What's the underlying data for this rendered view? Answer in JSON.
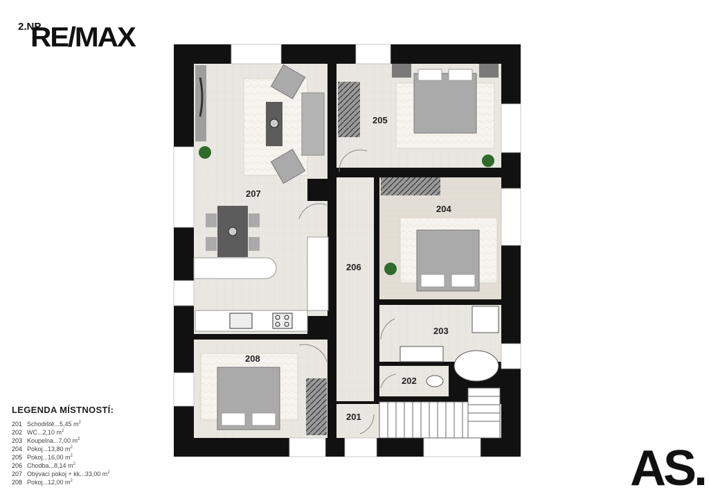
{
  "header": {
    "floor": "2.NP",
    "logo": "RE/MAX"
  },
  "brand": "AS.",
  "legend": {
    "title": "LEGENDA MÍSTNOSTÍ:",
    "items": [
      {
        "code": "201",
        "text": "Schodiště...5,45 m",
        "unit_sup": "2"
      },
      {
        "code": "202",
        "text": "WC...2,10 m",
        "unit_sup": "2"
      },
      {
        "code": "203",
        "text": "Koupelna...7,00 m",
        "unit_sup": "2"
      },
      {
        "code": "204",
        "text": "Pokoj...13,80 m",
        "unit_sup": "2"
      },
      {
        "code": "205",
        "text": "Pokoj...16,00 m",
        "unit_sup": "2"
      },
      {
        "code": "206",
        "text": "Chodba...8,14 m",
        "unit_sup": "2"
      },
      {
        "code": "207",
        "text": "Obývací pokoj + kk...33,00 m",
        "unit_sup": "2"
      },
      {
        "code": "208",
        "text": "Pokoj...12,00 m",
        "unit_sup": "2"
      }
    ]
  },
  "rooms": {
    "r201": "201",
    "r202": "202",
    "r203": "203",
    "r204": "204",
    "r205": "205",
    "r206": "206",
    "r207": "207",
    "r208": "208"
  },
  "colors": {
    "wall": "#111111",
    "floor_tile": "#e9e7e1",
    "floor_wood": "#e2ddd4",
    "rug": "#f5f3ee",
    "furniture": "#a9a9a9",
    "furniture_dark": "#6b6b6b",
    "plant": "#2f6b2a",
    "window": "#ffffff"
  }
}
